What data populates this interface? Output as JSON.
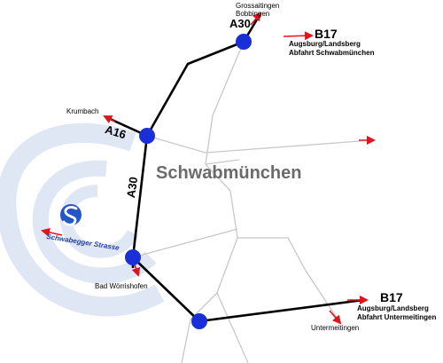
{
  "city_name": "Schwabmünchen",
  "roads": {
    "a30_top": "A30",
    "a16": "A16",
    "a30_vertical": "A30",
    "b17_top": "B17",
    "b17_bottom": "B17"
  },
  "destinations": {
    "grossaitingen": "Grossaitingen",
    "bobbingen": "Bobbingen",
    "krumbach": "Krumbach",
    "bad_woerrishofen": "Bad Wörrishofen",
    "untermeitingen": "Untermeitingen",
    "augsburg_landsberg_top": "Augsburg/Landsberg",
    "abfahrt_schwabmuenchen": "Abfahrt Schwabmünchen",
    "augsburg_landsberg_bottom": "Augsburg/Landsberg",
    "abfahrt_untermeitingen": "Abfahrt Untermeitingen"
  },
  "street_label": "Schwabegger Strasse",
  "colors": {
    "highway": "#000000",
    "minor_road": "#c8c8c8",
    "junction": "#1a2fd6",
    "arrow": "#e0151b",
    "watermark": "#dfe6f4",
    "logo": "#2456c8",
    "city_text": "#6b6b6b"
  },
  "icons": {
    "junction": "blue-circle",
    "direction": "red-arrowhead",
    "logo": "s-swirl-logo"
  }
}
